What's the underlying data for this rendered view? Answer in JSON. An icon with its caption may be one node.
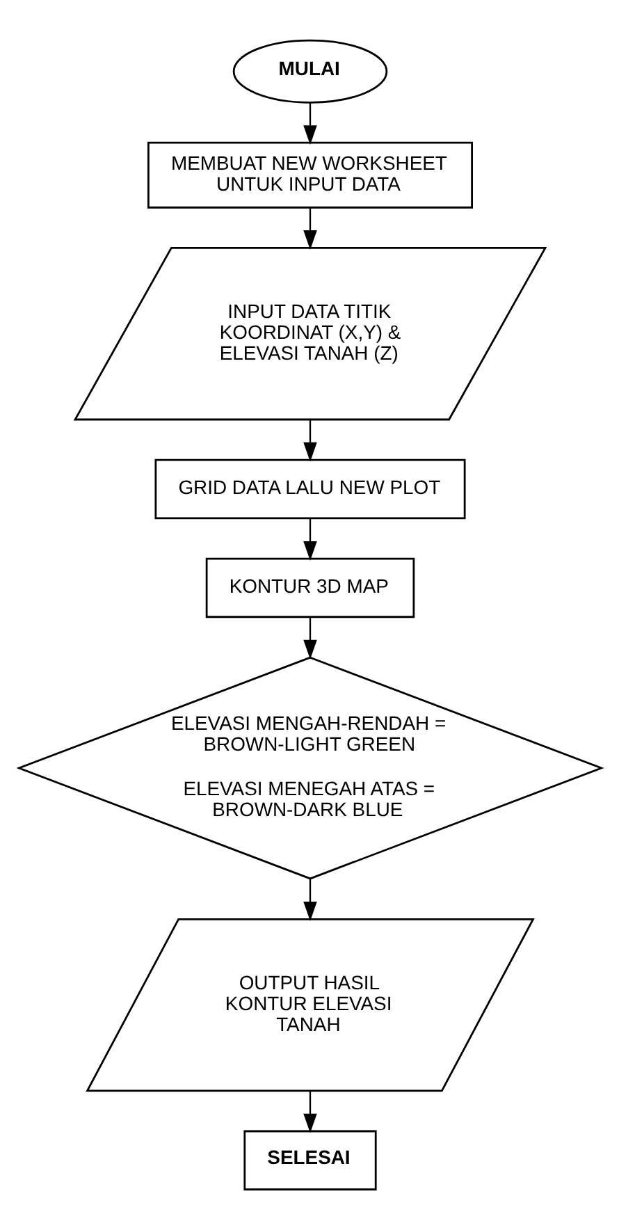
{
  "diagram": {
    "nodes": [
      {
        "text": [
          "MULAI"
        ]
      },
      {
        "text": [
          "MEMBUAT NEW WORKSHEET UNTUK INPUT DATA"
        ]
      },
      {
        "text": [
          "INPUT DATA TITIK KOORDINAT (X,Y) & ELEVASI TANAH (Z)"
        ]
      },
      {
        "text": [
          "GRID DATA LALU NEW PLOT"
        ]
      },
      {
        "text": [
          "KONTUR 3D MAP"
        ]
      },
      {
        "text": [
          "ELEVASI MENGAH-RENDAH = BROWN-LIGHT GREEN",
          "ELEVASI MENEGAH ATAS = BROWN-DARK BLUE"
        ]
      },
      {
        "text": [
          "OUTPUT HASIL KONTUR ELEVASI TANAH"
        ]
      },
      {
        "text": [
          "SELESAI"
        ]
      }
    ],
    "edges": [
      {
        "from": 0,
        "to": 1,
        "arrow": "to"
      },
      {
        "from": 1,
        "to": 2,
        "arrow": "to"
      },
      {
        "from": 2,
        "to": 3,
        "arrow": "to"
      },
      {
        "from": 3,
        "to": 4,
        "arrow": "to"
      },
      {
        "from": 4,
        "to": 5,
        "arrow": "to"
      },
      {
        "from": 5,
        "to": 6,
        "arrow": "to"
      },
      {
        "from": 6,
        "to": 7,
        "arrow": "to"
      }
    ]
  }
}
